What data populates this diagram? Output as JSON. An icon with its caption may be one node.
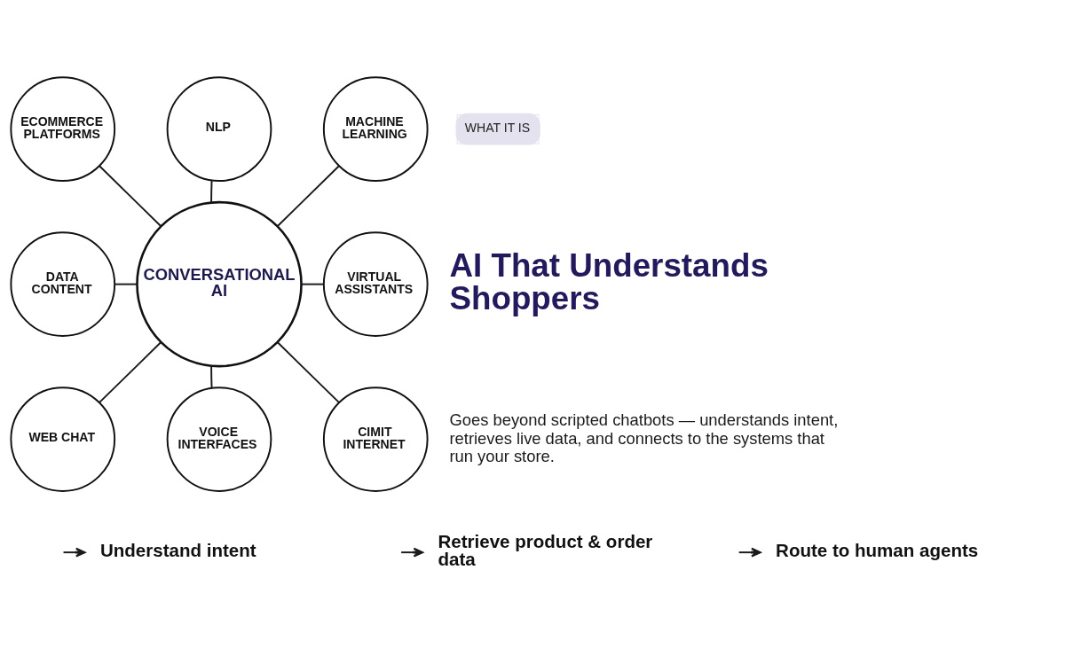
{
  "diagram": {
    "nodes": [
      {
        "text": [
          "CONVERSATIONAL AI"
        ]
      },
      {
        "text": [
          "NLP"
        ]
      },
      {
        "text": [
          "MACHINE LEARNING"
        ]
      },
      {
        "text": [
          "VIRTUAL ASSISTANTS"
        ]
      },
      {
        "text": [
          "CIMIT INTERNET"
        ]
      },
      {
        "text": [
          "VOICE INTERFACES"
        ]
      },
      {
        "text": [
          "WEB CHAT"
        ]
      },
      {
        "text": [
          "DATA CONTENT"
        ]
      },
      {
        "text": [
          "ECOMMERCE PLATFORMS"
        ]
      },
      {
        "text": [
          "WHAT IT IS"
        ]
      },
      {
        "text": [
          "Understand intent"
        ]
      },
      {
        "text": [
          "Retrieve product & order data"
        ]
      },
      {
        "text": [
          "Route to human agents"
        ]
      }
    ],
    "edges": [
      {
        "from": 1,
        "to": 0,
        "arrow": "none"
      },
      {
        "from": 2,
        "to": 0,
        "arrow": "none"
      },
      {
        "from": 0,
        "to": 3,
        "arrow": "none"
      },
      {
        "from": 0,
        "to": 4,
        "arrow": "none"
      },
      {
        "from": 0,
        "to": 5,
        "arrow": "none"
      },
      {
        "from": 0,
        "to": 6,
        "arrow": "none"
      },
      {
        "from": 7,
        "to": 0,
        "arrow": "none"
      },
      {
        "from": 8,
        "to": 0,
        "arrow": "none"
      },
      {
        "from": null,
        "to": 10,
        "arrow": "to"
      },
      {
        "from": null,
        "to": 11,
        "arrow": "to"
      },
      {
        "from": null,
        "to": 12,
        "arrow": "to"
      }
    ],
    "labels": [
      "AI That Understands Shoppers",
      "Goes beyond scripted chatbots — understands intent, retrieves live data, and connects to the systems that run your store."
    ]
  }
}
